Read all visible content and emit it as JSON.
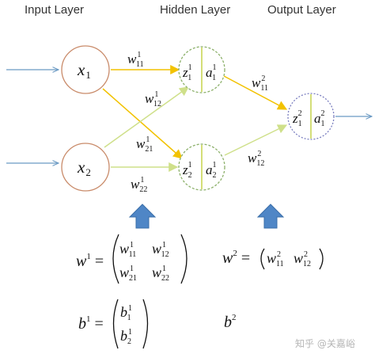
{
  "layer_titles": {
    "input": "Input Layer",
    "hidden": "Hidden Layer",
    "output": "Output Layer"
  },
  "input_nodes": [
    {
      "base": "x",
      "sub": "1"
    },
    {
      "base": "x",
      "sub": "2"
    }
  ],
  "hidden_nodes": [
    {
      "z": "z",
      "z_sub": "1",
      "z_sup": "1",
      "a": "a",
      "a_sub": "1",
      "a_sup": "1"
    },
    {
      "z": "z",
      "z_sub": "2",
      "z_sup": "1",
      "a": "a",
      "a_sub": "2",
      "a_sup": "1"
    }
  ],
  "output_node": {
    "z": "z",
    "z_sub": "1",
    "z_sup": "2",
    "a": "a",
    "a_sub": "1",
    "a_sup": "2"
  },
  "weights": {
    "w11_1": {
      "base": "w",
      "sub": "11",
      "sup": "1"
    },
    "w12_1": {
      "base": "w",
      "sub": "12",
      "sup": "1"
    },
    "w21_1": {
      "base": "w",
      "sub": "21",
      "sup": "1"
    },
    "w22_1": {
      "base": "w",
      "sub": "22",
      "sup": "1"
    },
    "w11_2": {
      "base": "w",
      "sub": "11",
      "sup": "2"
    },
    "w12_2": {
      "base": "w",
      "sub": "12",
      "sup": "2"
    }
  },
  "matrices": {
    "w1_label": {
      "base": "w",
      "sup": "1",
      "eq": "="
    },
    "w1_rows": [
      [
        {
          "base": "w",
          "sub": "11",
          "sup": "1"
        },
        {
          "base": "w",
          "sub": "12",
          "sup": "1"
        }
      ],
      [
        {
          "base": "w",
          "sub": "21",
          "sup": "1"
        },
        {
          "base": "w",
          "sub": "22",
          "sup": "1"
        }
      ]
    ],
    "w2_label": {
      "base": "w",
      "sup": "2",
      "eq": "="
    },
    "w2_row": [
      {
        "base": "w",
        "sub": "11",
        "sup": "2"
      },
      {
        "base": "w",
        "sub": "12",
        "sup": "2"
      }
    ],
    "b1_label": {
      "base": "b",
      "sup": "1",
      "eq": "="
    },
    "b1_col": [
      {
        "base": "b",
        "sub": "1",
        "sup": "1"
      },
      {
        "base": "b",
        "sub": "2",
        "sup": "1"
      }
    ],
    "b2_label": {
      "base": "b",
      "sup": "2"
    }
  },
  "watermark": "知乎 @关嘉峪",
  "colors": {
    "input_node_stroke": "#c98b6a",
    "hidden_node_stroke": "#8cb06a",
    "output_node_stroke": "#7b7fc0",
    "node_divider": "#c6d34a",
    "edge_strong": "#f2c200",
    "edge_light": "#cfe08a",
    "input_arrow": "#6b9ac4",
    "up_arrow": "#4f86c6",
    "up_arrow_stroke": "#3a6ea8"
  },
  "icons": {
    "up_arrow": "up-arrow-icon"
  }
}
